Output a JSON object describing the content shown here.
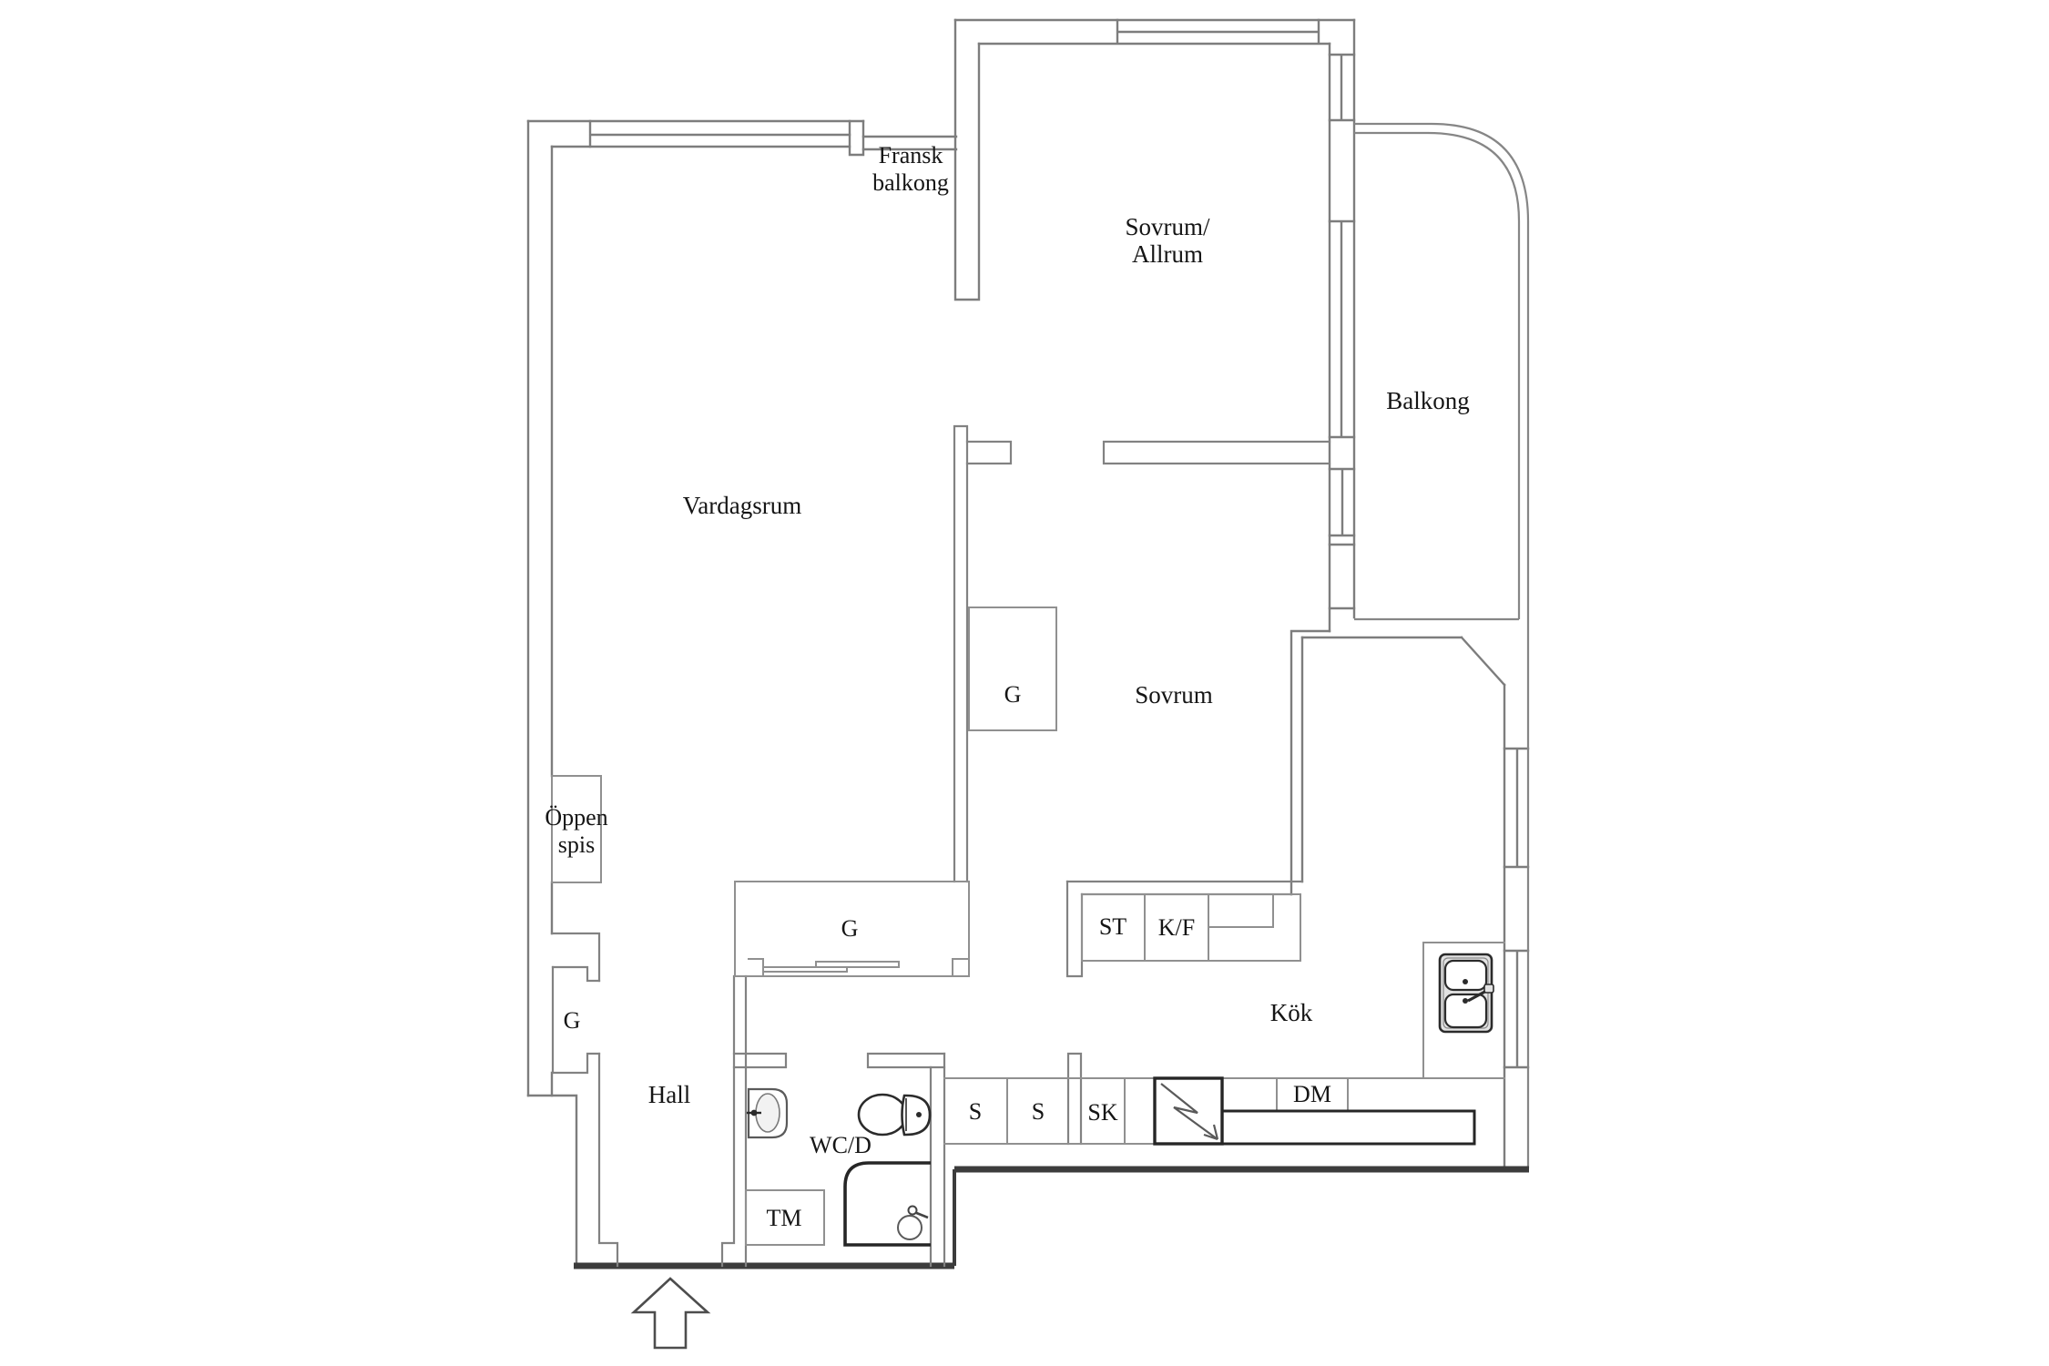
{
  "meta": {
    "drawing_type": "apartment floor plan",
    "language": "sv"
  },
  "colors": {
    "background": "#ffffff",
    "wall_line": "#7d7d7d",
    "furniture_line": "#909090",
    "bold_line": "#262626",
    "dark_wall": "#3c3c3c",
    "text": "#151515",
    "sink_deck_fill": "#e3e3e3"
  },
  "rooms": {
    "vardagsrum": {
      "label": "Vardagsrum"
    },
    "sovrum_allrum": {
      "line1": "Sovrum/",
      "line2": "Allrum"
    },
    "sovrum": {
      "label": "Sovrum"
    },
    "kok": {
      "label": "Kök"
    },
    "hall": {
      "label": "Hall"
    },
    "wc_dusch": {
      "label": "WC/D"
    },
    "balkong": {
      "label": "Balkong"
    },
    "fransk_balkong": {
      "line1": "Fransk",
      "line2": "balkong"
    },
    "oppen_spis": {
      "line1": "Öppen",
      "line2": "spis"
    }
  },
  "closets": {
    "garderob_vardagsrum": "G",
    "garderob_sovrum": "G",
    "garderob_hall": "G"
  },
  "fixtures": {
    "stadskap_st": "ST",
    "kyl_frys": "K/F",
    "skap_1": "S",
    "skap_2": "S",
    "stadskap_sk": "SK",
    "diskmaskin": "DM",
    "tvattmaskin": "TM"
  }
}
